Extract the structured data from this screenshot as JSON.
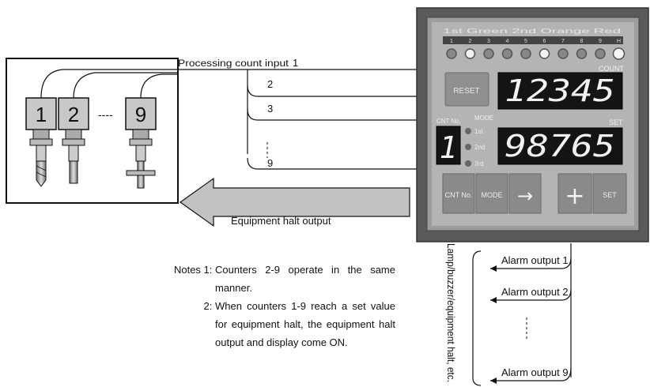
{
  "tools": {
    "labels": [
      "1",
      "2",
      "9"
    ],
    "dashes": "----"
  },
  "inputs": {
    "title": "Processing count input",
    "labels": [
      "1",
      "2",
      "3",
      "9"
    ]
  },
  "halt": {
    "label": "Equipment halt output"
  },
  "device": {
    "header": "1st Green 2nd Orange Red",
    "lamp_numbers": [
      "1",
      "2",
      "3",
      "4",
      "5",
      "6",
      "7",
      "8",
      "9",
      "H"
    ],
    "count_label": "COUNT",
    "count_value": "12345",
    "reset_label": "RESET",
    "cnt_label": "CNT No.",
    "cnt_value": "1",
    "mode_label": "MODE",
    "modes": [
      "1st",
      "2nd",
      "3rd"
    ],
    "set_label": "SET",
    "set_value": "98765",
    "buttons": {
      "cnt": "CNT No.",
      "mode": "MODE",
      "arrow": "→",
      "plus": "+",
      "set": "SET"
    }
  },
  "alarms": {
    "side_label": "Lamp/buzzer/equipment halt, etc.",
    "outputs": [
      "Alarm output 1",
      "Alarm output 2",
      "Alarm output 9"
    ]
  },
  "notes": [
    {
      "num": "Notes 1: ",
      "text": "Counters 2-9 operate in the same manner."
    },
    {
      "num": "2: ",
      "text": "When counters 1-9 reach a set value for equipment halt, the equipment halt output and display come ON."
    }
  ]
}
